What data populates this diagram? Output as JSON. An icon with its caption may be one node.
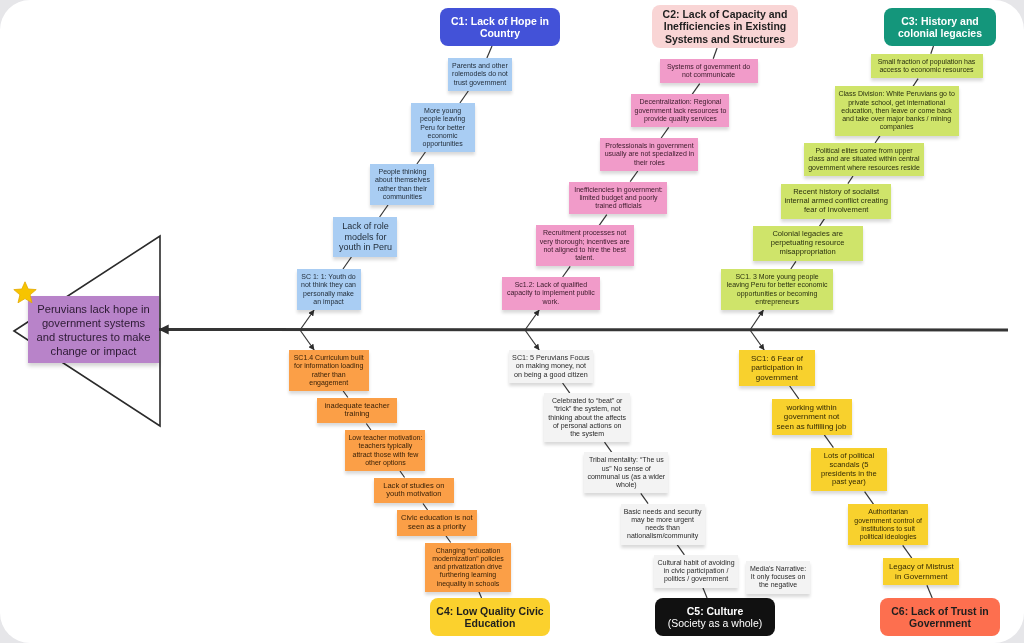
{
  "diagram": {
    "nodes": [
      {
        "text": [
          "Peruvians lack hope in government systems and structures to make change or impact"
        ]
      },
      {
        "text": [
          "C1: Lack of Hope in Country"
        ]
      },
      {
        "text": [
          "Parents and other rolemodels do not trust government"
        ]
      },
      {
        "text": [
          "More young people leaving Peru for better economic opportunities"
        ]
      },
      {
        "text": [
          "People thinking about themselves rather than their communities"
        ]
      },
      {
        "text": [
          "Lack of role models for youth in Peru"
        ]
      },
      {
        "text": [
          "SC 1: 1: Youth do not think they can personally make an impact"
        ]
      },
      {
        "text": [
          "C2: Lack of Capacity and Inefficiencies in Existing Systems and Structures"
        ]
      },
      {
        "text": [
          "Systems of government do not communicate"
        ]
      },
      {
        "text": [
          "Decentralization: Regional government lack resources to provide quality services"
        ]
      },
      {
        "text": [
          "Professionals in government usually are not specialized in their roles"
        ]
      },
      {
        "text": [
          "Inefficiencies in government: limited budget and poorly trained officials"
        ]
      },
      {
        "text": [
          "Recruitment processes not very thorough; incentives are not aligned to hire the best talent."
        ]
      },
      {
        "text": [
          "Sc1.2: Lack of qualified capacity to implement public work."
        ]
      },
      {
        "text": [
          "C3: History and colonial legacies"
        ]
      },
      {
        "text": [
          "Small fraction of population has access to economic resources"
        ]
      },
      {
        "text": [
          "Class Division: White Peruvians go to private school, get international education, then leave or come back and take over major banks / mining companies"
        ]
      },
      {
        "text": [
          "Political elites come from upper class and are situated within central government where resources reside"
        ]
      },
      {
        "text": [
          "Recent history of socialist internal armed conflict creating fear of Involvement"
        ]
      },
      {
        "text": [
          "Colonial legacies are perpetuating resource misappropriation"
        ]
      },
      {
        "text": [
          "SC1. 3 More young people leaving Peru for better economic opportunities or becoming entrepreneurs"
        ]
      },
      {
        "text": [
          "C4: Low Quality Civic Education"
        ]
      },
      {
        "text": [
          "SC1.4 Curriculum built for information loading rather than engagement"
        ]
      },
      {
        "text": [
          "inadequate teacher training"
        ]
      },
      {
        "text": [
          "Low teacher motivation: teachers typically attract those with few other options"
        ]
      },
      {
        "text": [
          "Lack of studies on youth motivation"
        ]
      },
      {
        "text": [
          "Civic education is not seen as a priority"
        ]
      },
      {
        "text": [
          "Changing “education modernization” policies and privatization drive furthering learning inequality in schools"
        ]
      },
      {
        "text": [
          "C5: Culture",
          "(Society as a whole)"
        ]
      },
      {
        "text": [
          "SC1: 5 Peruvians Focus on making money, not on being a good citizen"
        ]
      },
      {
        "text": [
          "Celebrated to “beat” or “trick” the system, not thinking about the affects of personal actions on the system"
        ]
      },
      {
        "text": [
          "Tribal mentality: “The us us” No sense of communal us (as a wider whole)"
        ]
      },
      {
        "text": [
          "Basic needs and security may be more urgent needs than nationalism/community"
        ]
      },
      {
        "text": [
          "Cultural habit of avoiding in civic participation / politics / government"
        ]
      },
      {
        "text": [
          "Media's Narrative: It only focuses on the negative"
        ]
      },
      {
        "text": [
          "C6: Lack of Trust in Government"
        ]
      },
      {
        "text": [
          "SC1: 6 Fear of participation in government"
        ]
      },
      {
        "text": [
          "working within government not seen as fulfilling job"
        ]
      },
      {
        "text": [
          "Lots of political scandals (5 presidents in the past year)"
        ]
      },
      {
        "text": [
          "Authoritarian government control of institutions to suit political ideologies"
        ]
      },
      {
        "text": [
          "Legacy of Mistrust in Government"
        ]
      }
    ],
    "edges": [
      {
        "from": null,
        "to": 0,
        "arrow": "to",
        "style": "thick"
      },
      {
        "from": 1,
        "to": 2,
        "arrow": "none"
      },
      {
        "from": 2,
        "to": 3,
        "arrow": "none"
      },
      {
        "from": 3,
        "to": 4,
        "arrow": "none"
      },
      {
        "from": 4,
        "to": 5,
        "arrow": "none"
      },
      {
        "from": 5,
        "to": 6,
        "arrow": "none"
      },
      {
        "from": null,
        "to": 6,
        "arrow": "to"
      },
      {
        "from": 7,
        "to": 8,
        "arrow": "none"
      },
      {
        "from": 8,
        "to": 9,
        "arrow": "none"
      },
      {
        "from": 9,
        "to": 10,
        "arrow": "none"
      },
      {
        "from": 10,
        "to": 11,
        "arrow": "none"
      },
      {
        "from": 11,
        "to": 12,
        "arrow": "none"
      },
      {
        "from": 12,
        "to": 13,
        "arrow": "none"
      },
      {
        "from": null,
        "to": 13,
        "arrow": "to"
      },
      {
        "from": 14,
        "to": 15,
        "arrow": "none"
      },
      {
        "from": 15,
        "to": 16,
        "arrow": "none"
      },
      {
        "from": 16,
        "to": 17,
        "arrow": "none"
      },
      {
        "from": 17,
        "to": 18,
        "arrow": "none"
      },
      {
        "from": 18,
        "to": 19,
        "arrow": "none"
      },
      {
        "from": 19,
        "to": 20,
        "arrow": "none"
      },
      {
        "from": null,
        "to": 20,
        "arrow": "to"
      },
      {
        "from": 21,
        "to": 27,
        "arrow": "none"
      },
      {
        "from": 27,
        "to": 26,
        "arrow": "none"
      },
      {
        "from": 26,
        "to": 25,
        "arrow": "none"
      },
      {
        "from": 25,
        "to": 24,
        "arrow": "none"
      },
      {
        "from": 24,
        "to": 23,
        "arrow": "none"
      },
      {
        "from": 23,
        "to": 22,
        "arrow": "none"
      },
      {
        "from": null,
        "to": 22,
        "arrow": "to"
      },
      {
        "from": 28,
        "to": 33,
        "arrow": "none"
      },
      {
        "from": 33,
        "to": 32,
        "arrow": "none"
      },
      {
        "from": 32,
        "to": 31,
        "arrow": "none"
      },
      {
        "from": 31,
        "to": 30,
        "arrow": "none"
      },
      {
        "from": 30,
        "to": 29,
        "arrow": "none"
      },
      {
        "from": null,
        "to": 29,
        "arrow": "to"
      },
      {
        "from": 35,
        "to": 40,
        "arrow": "none"
      },
      {
        "from": 40,
        "to": 39,
        "arrow": "none"
      },
      {
        "from": 39,
        "to": 38,
        "arrow": "none"
      },
      {
        "from": 38,
        "to": 37,
        "arrow": "none"
      },
      {
        "from": 37,
        "to": 36,
        "arrow": "none"
      },
      {
        "from": null,
        "to": 36,
        "arrow": "to"
      }
    ]
  }
}
